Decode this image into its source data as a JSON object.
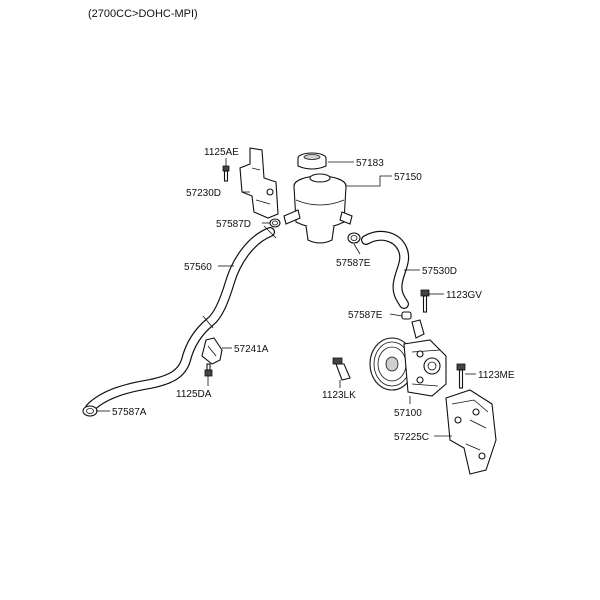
{
  "header": {
    "engine_spec": "(2700CC>DOHC-MPI)"
  },
  "parts": {
    "p1125AE": "1125AE",
    "p57230D": "57230D",
    "p57183": "57183",
    "p57150": "57150",
    "p57587D": "57587D",
    "p57560": "57560",
    "p57587E_upper": "57587E",
    "p57530D": "57530D",
    "p1123GV": "1123GV",
    "p57587E_lower": "57587E",
    "p57241A": "57241A",
    "p1125DA": "1125DA",
    "p57587A": "57587A",
    "p1123LK": "1123LK",
    "p1123ME": "1123ME",
    "p57100": "57100",
    "p57225C": "57225C"
  }
}
